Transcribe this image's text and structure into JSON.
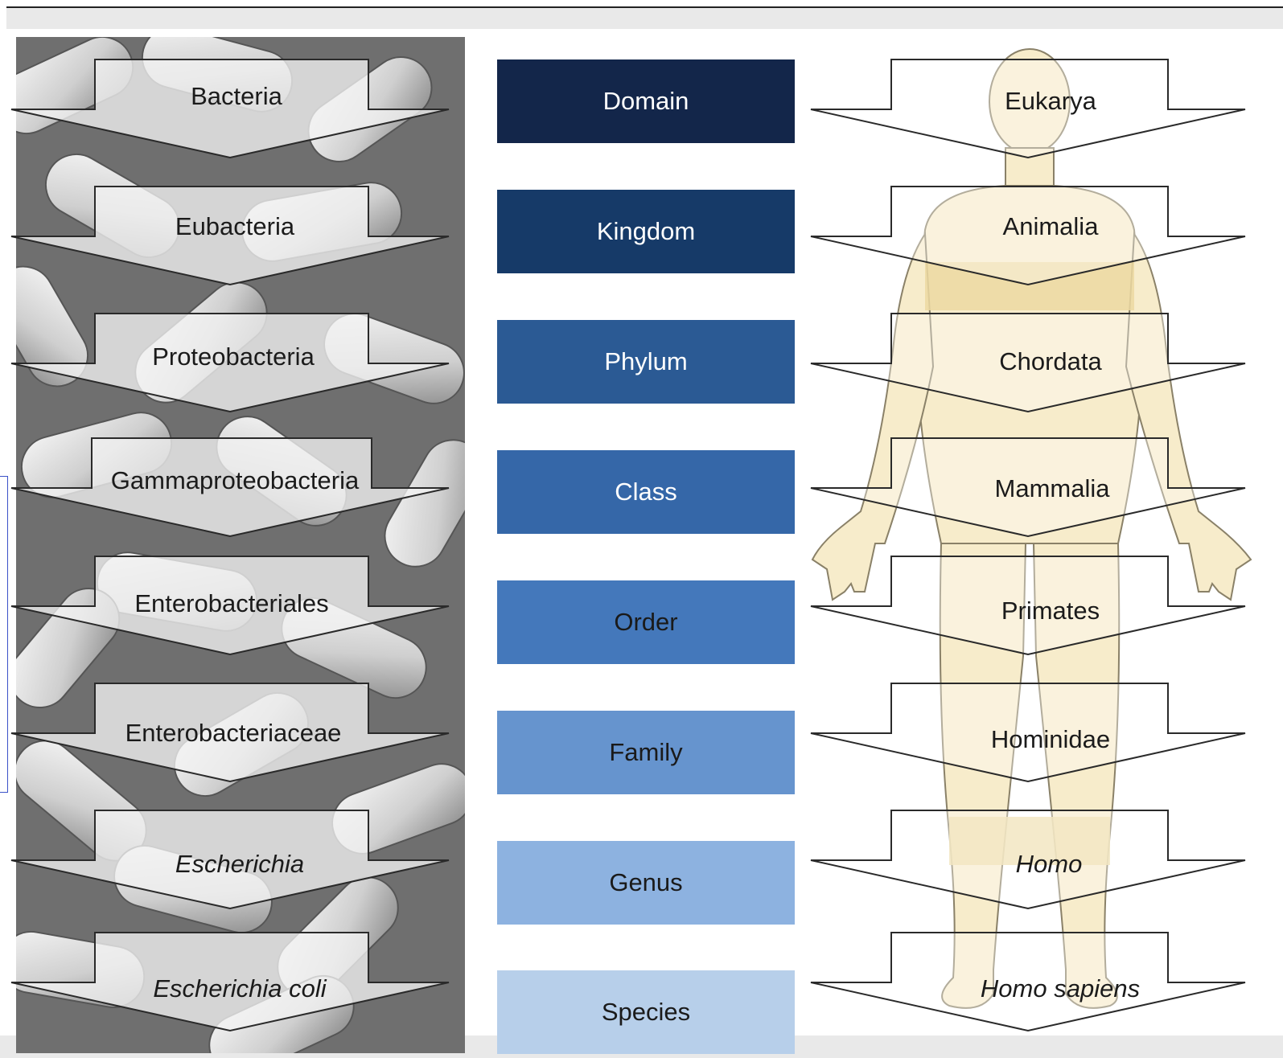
{
  "ranks": [
    {
      "label": "Domain",
      "bg": "#13264a",
      "fg": "#ffffff"
    },
    {
      "label": "Kingdom",
      "bg": "#163a68",
      "fg": "#ffffff"
    },
    {
      "label": "Phylum",
      "bg": "#2b5a94",
      "fg": "#ffffff"
    },
    {
      "label": "Class",
      "bg": "#3567a8",
      "fg": "#ffffff"
    },
    {
      "label": "Order",
      "bg": "#4478bb",
      "fg": "#1a1a1a"
    },
    {
      "label": "Family",
      "bg": "#6694ce",
      "fg": "#1a1a1a"
    },
    {
      "label": "Genus",
      "bg": "#8db2e0",
      "fg": "#1a1a1a"
    },
    {
      "label": "Species",
      "bg": "#b7cfea",
      "fg": "#1a1a1a"
    }
  ],
  "bacteria_taxa": [
    {
      "label": "Bacteria",
      "italic": false
    },
    {
      "label": "Eubacteria",
      "italic": false
    },
    {
      "label": "Proteobacteria",
      "italic": false
    },
    {
      "label": "Gammaproteobacteria",
      "italic": false
    },
    {
      "label": "Enterobacteriales",
      "italic": false
    },
    {
      "label": "Enterobacteriaceae",
      "italic": false
    },
    {
      "label": "Escherichia",
      "italic": true
    },
    {
      "label": "Escherichia coli",
      "italic": true
    }
  ],
  "human_taxa": [
    {
      "label": "Eukarya",
      "italic": false
    },
    {
      "label": "Animalia",
      "italic": false
    },
    {
      "label": "Chordata",
      "italic": false
    },
    {
      "label": "Mammalia",
      "italic": false
    },
    {
      "label": "Primates",
      "italic": false
    },
    {
      "label": "Hominidae",
      "italic": false
    },
    {
      "label": "Homo",
      "italic": true
    },
    {
      "label": "Homo sapiens",
      "italic": true
    }
  ],
  "colors": {
    "body_fill": "#f7eccb",
    "body_band": "#ecd9a2",
    "arrow_fill_left": "#f2f2f2",
    "arrow_fill_right": "#ffffff"
  }
}
